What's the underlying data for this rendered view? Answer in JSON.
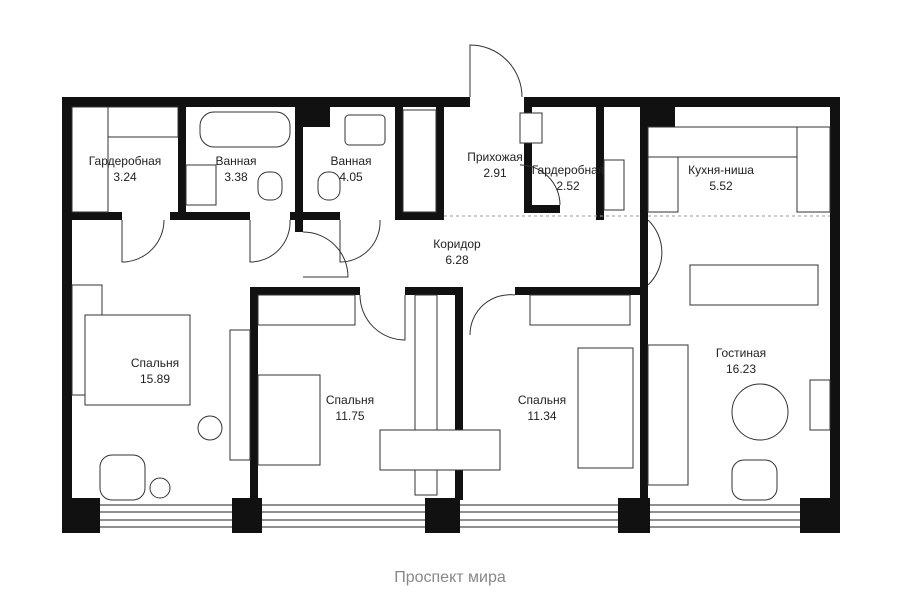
{
  "rooms": [
    {
      "name": "Гардеробная",
      "area": "3.24"
    },
    {
      "name": "Ванная",
      "area": "3.38"
    },
    {
      "name": "Ванная",
      "area": "4.05"
    },
    {
      "name": "Прихожая",
      "area": "2.91"
    },
    {
      "name": "Гардеробная",
      "area": "2.52"
    },
    {
      "name": "Кухня-ниша",
      "area": "5.52"
    },
    {
      "name": "Коридор",
      "area": "6.28"
    },
    {
      "name": "Спальня",
      "area": "15.89"
    },
    {
      "name": "Спальня",
      "area": "11.75"
    },
    {
      "name": "Спальня",
      "area": "11.34"
    },
    {
      "name": "Гостиная",
      "area": "16.23"
    }
  ],
  "street": "Проспект мира",
  "colors": {
    "wall": "#111111",
    "street_text": "#888888"
  }
}
